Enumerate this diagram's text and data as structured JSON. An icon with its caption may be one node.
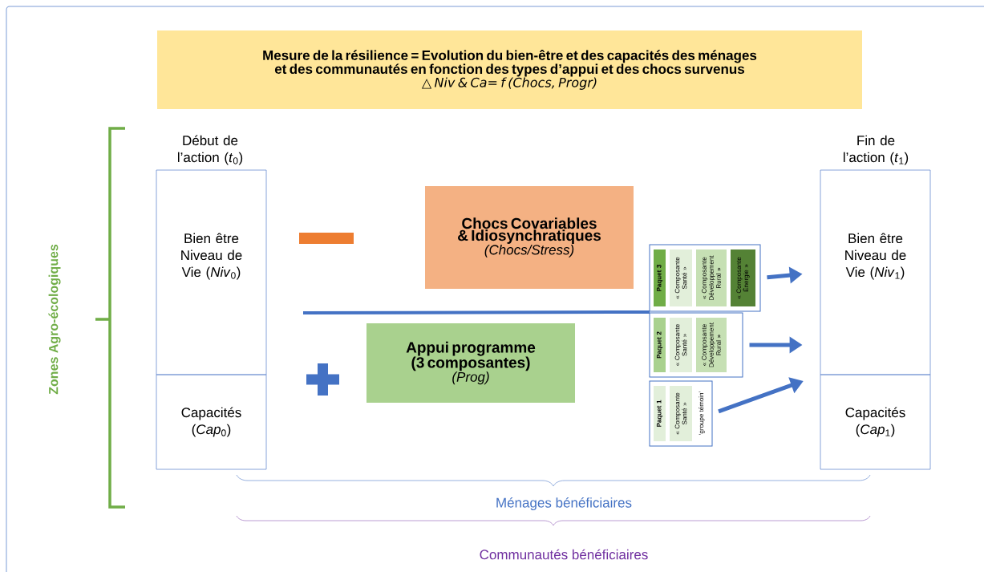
{
  "diagram": {
    "nodes": [
      {
        "text": [
          "Mesure de la résilience = Evolution du bien-être et des capacités des ménages et des communautés en fonction des types d’appui et des chocs survenus",
          "△ Niv & Ca= f (Chocs, Progr)"
        ]
      },
      {
        "text": [
          "Début de l’action (*t*$_{0}$)",
          "Bien être Niveau de Vie (*Niv*$_{0}$)"
        ]
      },
      {
        "text": [
          "Capacités (*Cap*$_{0}$)"
        ]
      },
      {
        "text": [
          "Fin de l’action (*t*$_{1}$)",
          "Bien être Niveau de Vie (*Niv*$_{1}$)"
        ]
      },
      {
        "text": [
          "Capacités (*Cap*$_{1}$)"
        ]
      },
      {
        "text": [
          "Chocs Covariables & Idiosynchratiques",
          "(Chocs/Stress)"
        ]
      },
      {
        "text": [
          "Appui programme (3 composantes)",
          "(Prog)"
        ]
      },
      {
        "text": [],
        "shape": "box"
      },
      {
        "text": [
          "Paquet 3"
        ],
        "in": 7
      },
      {
        "text": [
          "« Composante Santé »"
        ],
        "in": 7
      },
      {
        "text": [
          "« Composante Développement Rural »"
        ],
        "in": 7
      },
      {
        "text": [
          "« Composante Énergie »"
        ],
        "in": 7
      },
      {
        "text": [],
        "shape": "box"
      },
      {
        "text": [
          "Paquet 2"
        ],
        "in": 12
      },
      {
        "text": [
          "« Composante Santé »"
        ],
        "in": 12
      },
      {
        "text": [
          "« Composante Développement Rural »"
        ],
        "in": 12
      },
      {
        "text": [],
        "shape": "box"
      },
      {
        "text": [
          "Paquet 1"
        ],
        "in": 16
      },
      {
        "text": [
          "« Composante Santé »"
        ],
        "in": 16
      }
    ],
    "edges": [
      {
        "from": 7,
        "to": 3,
        "arrow": "to"
      },
      {
        "from": 12,
        "to": 3,
        "arrow": "to"
      },
      {
        "from": 16,
        "to": 3,
        "arrow": "to"
      }
    ],
    "labels": [
      "Zones Agro-écologiques",
      "‘groupe témoin’",
      "Ménages bénéficiaires",
      "Communautés bénéficiaires"
    ]
  }
}
